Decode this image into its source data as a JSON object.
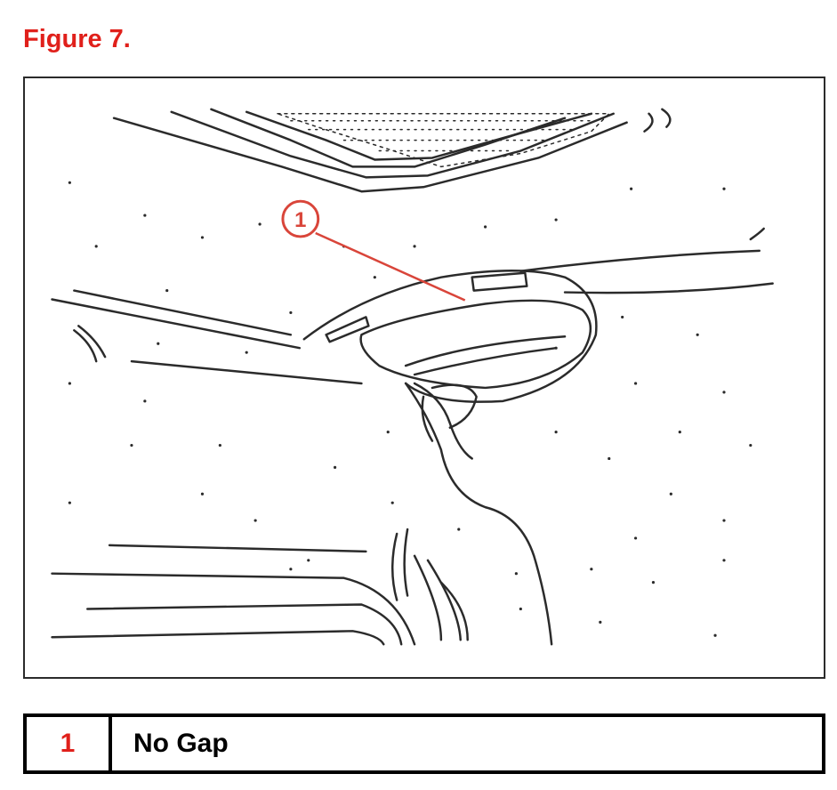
{
  "figure": {
    "title": "Figure 7.",
    "title_color": "#e0201b"
  },
  "illustration": {
    "callout_number": "1",
    "line_color": "#2b2b2b",
    "callout_color": "#d9453a"
  },
  "legend": {
    "items": [
      {
        "number": "1",
        "label": "No Gap"
      }
    ]
  }
}
